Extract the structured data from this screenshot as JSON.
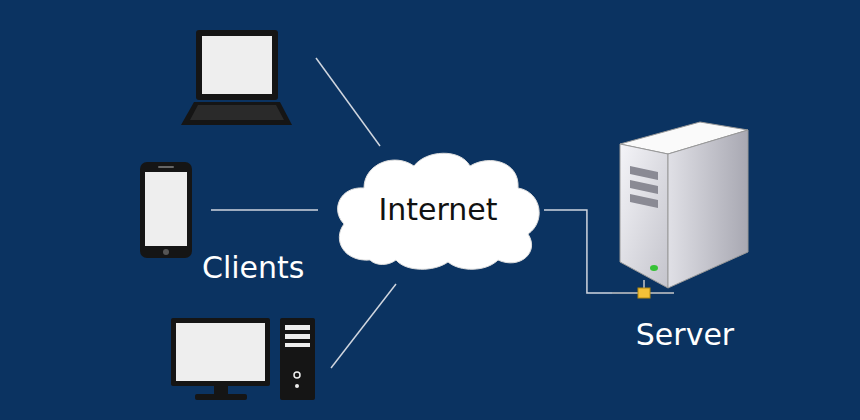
{
  "diagram": {
    "nodes": [
      {
        "text": [
          "Internet"
        ]
      },
      {
        "text": [
          "Server"
        ]
      }
    ],
    "edges": [
      {
        "from": 0,
        "to": 1,
        "arrow": "none"
      }
    ],
    "labels": [
      "Clients"
    ]
  }
}
